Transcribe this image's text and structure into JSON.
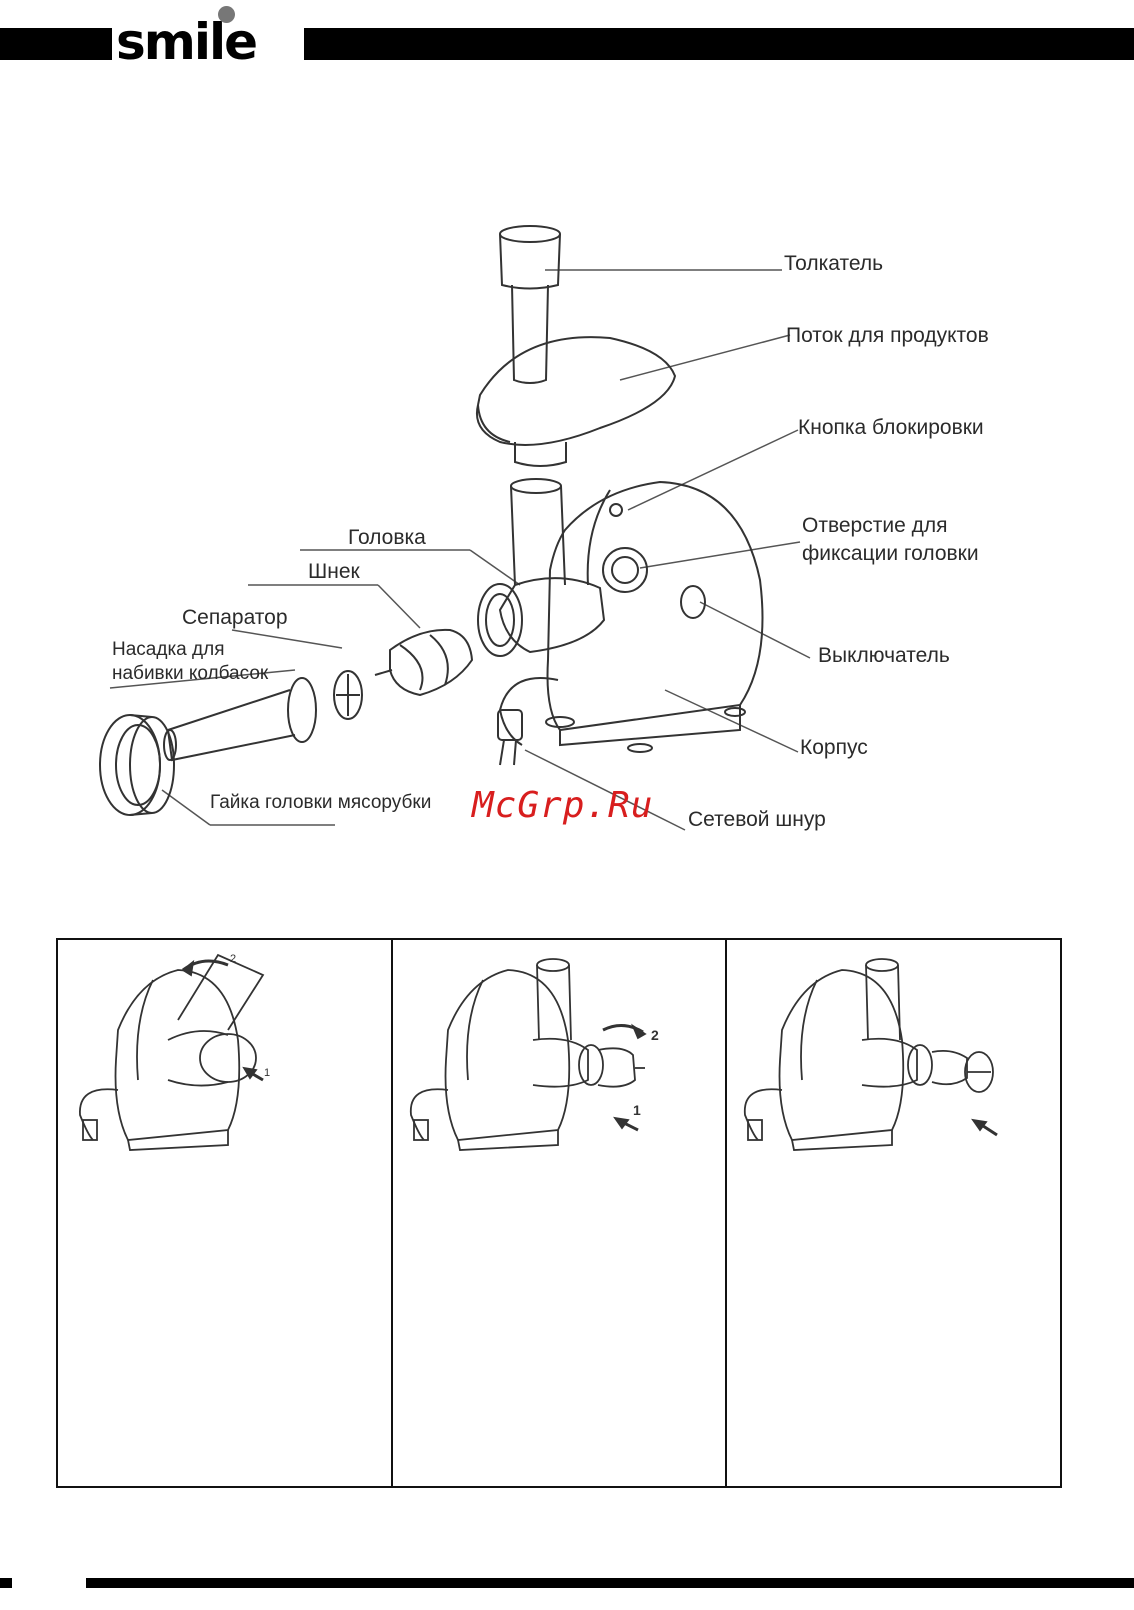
{
  "header": {
    "logo_text": "smile"
  },
  "diagram": {
    "labels": {
      "pusher": "Толкатель",
      "tray": "Поток для продуктов",
      "lock_button": "Кнопка блокировки",
      "head_hole_1": "Отверстие для",
      "head_hole_2": "фиксации головки",
      "switch": "Выключатель",
      "body": "Корпус",
      "cord": "Сетевой шнур",
      "nut": "Гайка головки мясорубки",
      "sausage_1": "Насадка для",
      "sausage_2": "набивки колбасок",
      "separator": "Сепаратор",
      "auger": "Шнек",
      "head": "Головка"
    }
  },
  "watermark": "McGrp.Ru",
  "steps": [
    {
      "markers": [
        "2",
        "1"
      ]
    },
    {
      "markers": [
        "2",
        "1"
      ]
    },
    {
      "markers": []
    }
  ]
}
